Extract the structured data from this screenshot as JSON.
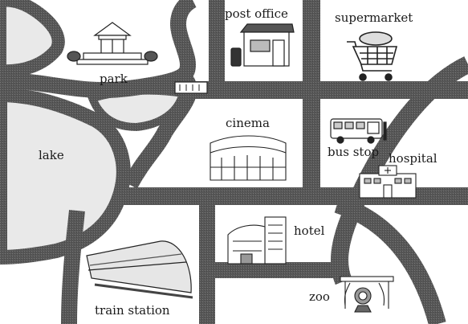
{
  "map": {
    "places": {
      "park": "park",
      "post_office": "post office",
      "supermarket": "supermarket",
      "lake": "lake",
      "cinema": "cinema",
      "bus_stop": "bus stop",
      "hospital": "hospital",
      "hotel": "hotel",
      "zoo": "zoo",
      "train_station": "train station"
    },
    "colors": {
      "road": "#5b5b5b",
      "water": "#e9e9e9",
      "ink": "#222222",
      "paper": "#ffffff"
    }
  }
}
